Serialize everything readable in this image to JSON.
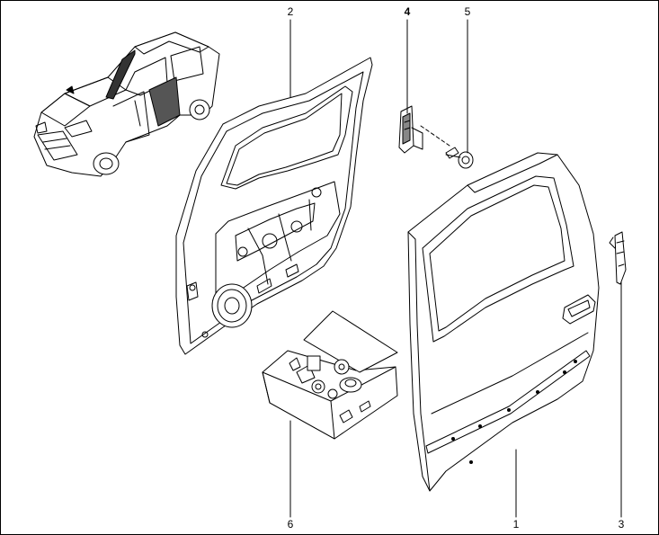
{
  "diagram": {
    "stroke_color": "#000000",
    "fill_color": "#ffffff",
    "shade_color": "#d9d9d9",
    "callouts": [
      {
        "id": "1",
        "label": "1"
      },
      {
        "id": "2",
        "label": "2"
      },
      {
        "id": "3",
        "label": "3"
      },
      {
        "id": "4",
        "label": "4"
      },
      {
        "id": "5",
        "label": "5"
      },
      {
        "id": "6",
        "label": "6"
      }
    ],
    "parts": [
      {
        "callout": "1",
        "name": "rear-door-outer-panel-assembly"
      },
      {
        "callout": "2",
        "name": "rear-door-inner-frame"
      },
      {
        "callout": "3",
        "name": "door-weatherstrip-clip"
      },
      {
        "callout": "4",
        "name": "door-bracket"
      },
      {
        "callout": "5",
        "name": "fastening-screw"
      },
      {
        "callout": "6",
        "name": "door-repair-kit-box"
      }
    ],
    "locator_icon": "car-locator-icon"
  }
}
